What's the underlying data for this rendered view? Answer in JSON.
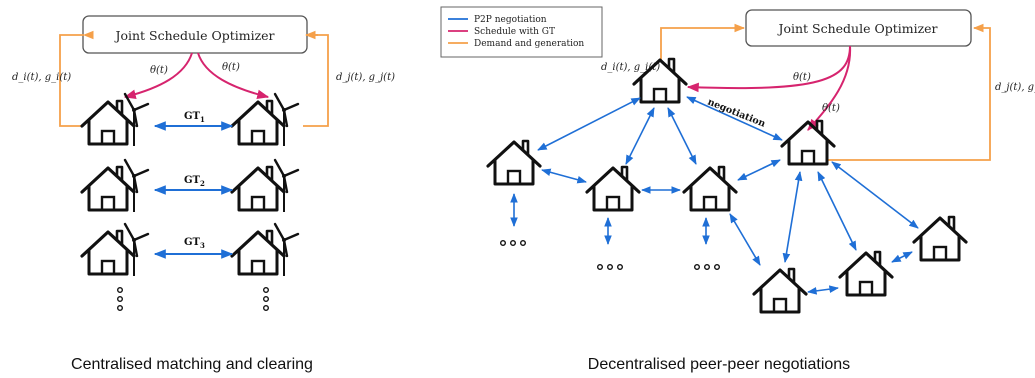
{
  "colors": {
    "p2p": "#1f6fd6",
    "schedule": "#d6246e",
    "demand": "#f5a04a",
    "ink": "#111111"
  },
  "legend": {
    "items": [
      {
        "label": "P2P negotiation",
        "color": "#1f6fd6"
      },
      {
        "label": "Schedule with GT",
        "color": "#d6246e"
      },
      {
        "label": "Demand and generation",
        "color": "#f5a04a"
      }
    ]
  },
  "left_panel": {
    "optimizer_label": "Joint Schedule Optimizer",
    "theta_left": "θ(t)",
    "theta_right": "θ(t)",
    "side_left": "d_i(t), g_i(t)",
    "side_right": "d_j(t), g_j(t)",
    "gt_labels": [
      "GT_1",
      "GT_2",
      "GT_3"
    ],
    "caption": "Centralised matching and clearing"
  },
  "right_panel": {
    "optimizer_label": "Joint Schedule Optimizer",
    "theta_top": "θ(t)",
    "theta_side": "θ(t)",
    "side_left": "d_i(t), g_i(t)",
    "side_right": "d_j(t), g_j(t",
    "negotiation_label": "negotiation",
    "caption": "Decentralised peer-peer negotiations"
  }
}
